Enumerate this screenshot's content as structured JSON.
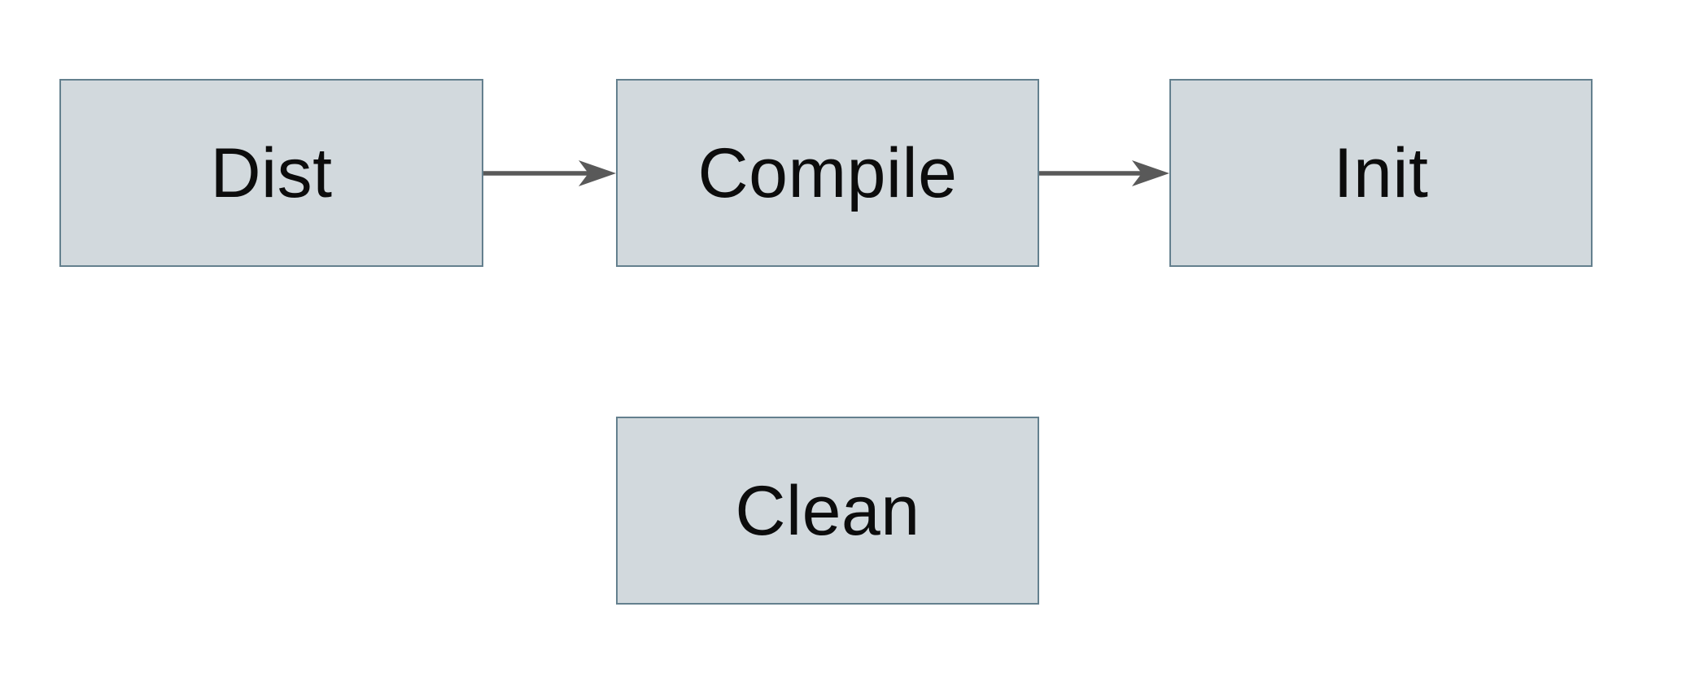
{
  "diagram": {
    "type": "flowchart",
    "nodes": [
      {
        "id": "dist",
        "label": "Dist"
      },
      {
        "id": "compile",
        "label": "Compile"
      },
      {
        "id": "init",
        "label": "Init"
      },
      {
        "id": "clean",
        "label": "Clean"
      }
    ],
    "edges": [
      {
        "from": "dist",
        "to": "compile",
        "style": "solid-arrow",
        "direction": "right"
      },
      {
        "from": "compile",
        "to": "init",
        "style": "solid-arrow",
        "direction": "right"
      }
    ],
    "colors": {
      "background": "#ffffff",
      "node_fill": "#d2d9dd",
      "node_border": "#64808e",
      "arrow": "#595959",
      "text": "#0c0c0c"
    }
  }
}
